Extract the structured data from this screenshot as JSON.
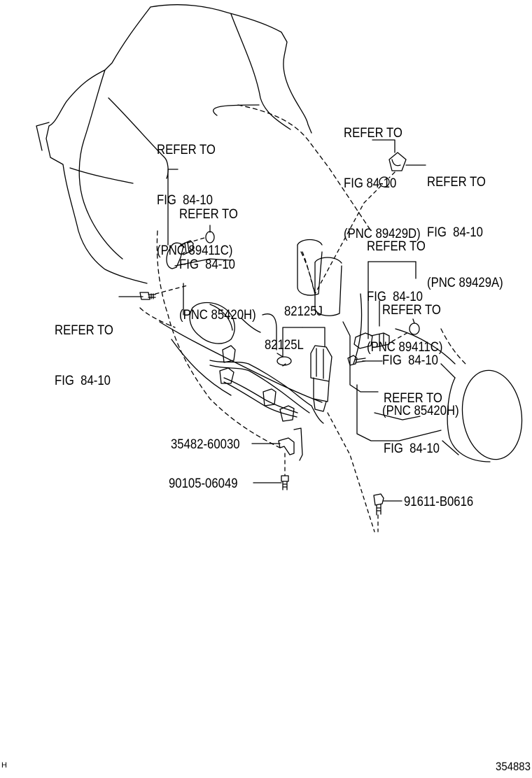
{
  "callouts": [
    {
      "lines": [
        "REFER TO",
        "FIG  84-10",
        "(PNC 89411C)"
      ]
    },
    {
      "lines": [
        "REFER TO",
        "FIG  84-10",
        "(PNC 85420H)"
      ]
    },
    {
      "lines": [
        "REFER TO",
        "FIG  84-10"
      ]
    },
    {
      "lines": [
        "REFER TO",
        "FIG 84-10",
        "(PNC 89429D)"
      ]
    },
    {
      "lines": [
        "REFER TO",
        "FIG  84-10",
        "(PNC 89429A)"
      ]
    },
    {
      "lines": [
        "REFER TO",
        "FIG  84-10",
        "(PNC 89411C)"
      ]
    },
    {
      "lines": [
        "REFER TO",
        "FIG  84-10",
        "(PNC 85420H)"
      ]
    },
    {
      "lines": [
        "REFER TO",
        "FIG  84-10"
      ]
    }
  ],
  "part_numbers": [
    "82125J",
    "82125L",
    "35482-60030",
    "90105-06049",
    "91611-B0616"
  ],
  "footer": {
    "left_mark": "H",
    "diagram_code": "354883"
  }
}
